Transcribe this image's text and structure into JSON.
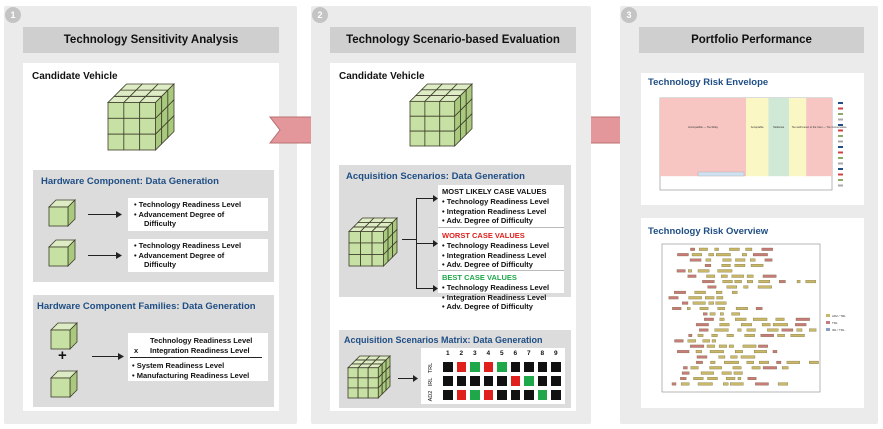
{
  "steps": [
    {
      "number": "1",
      "title": "Technology Sensitivity Analysis"
    },
    {
      "number": "2",
      "title": "Technology Scenario-based Evaluation"
    },
    {
      "number": "3",
      "title": "Portfolio Performance"
    }
  ],
  "panel1": {
    "candidate": "Candidate Vehicle",
    "hw_title": "Hardware Component: Data Generation",
    "hw_items_a": [
      "Technology Readiness Level",
      "Advancement Degree of",
      "Difficulty"
    ],
    "hw_items_b": [
      "Technology Readiness Level",
      "Advancement Degree of",
      "Difficulty"
    ],
    "fam_title": "Hardware Component Families: Data Generation",
    "fam_top1": "Technology Readiness Level",
    "fam_x": "x",
    "fam_top2": "Integration Readiness Level",
    "fam_items": [
      "System Readiness Level",
      "Manufacturing Readiness Level"
    ],
    "plus": "+"
  },
  "panel2": {
    "candidate": "Candidate Vehicle",
    "acq_title": "Acquisition Scenarios: Data Generation",
    "most_likely": "MOST LIKELY CASE VALUES",
    "worst": "WORST CASE VALUES",
    "best": "BEST CASE VALUES",
    "items": [
      "Technology Readiness Level",
      "Integration Readiness Level",
      "Adv. Degree of Difficulty"
    ],
    "matrix_title": "Acquisition Scenarios Matrix: Data Generation",
    "matrix_cols": [
      "1",
      "2",
      "3",
      "4",
      "5",
      "6",
      "7",
      "8",
      "9"
    ],
    "matrix_rows": [
      "TRL",
      "IRL",
      "AD2"
    ],
    "colors": {
      "red": "#e0201c",
      "green": "#1fa84a",
      "black": "#111111",
      "worst": "#e0201c",
      "best": "#1fa84a",
      "title_blue": "#1f4e84"
    },
    "matrix_cells": [
      [
        "black",
        "red",
        "green",
        "red",
        "green",
        "black",
        "black",
        "black",
        "black"
      ],
      [
        "black",
        "black",
        "black",
        "black",
        "black",
        "red",
        "green",
        "black",
        "black"
      ],
      [
        "black",
        "red",
        "green",
        "red",
        "black",
        "black",
        "black",
        "green",
        "black"
      ]
    ]
  },
  "panel3": {
    "envelope_title": "Technology Risk Envelope",
    "envelope_zones": [
      {
        "label": "Incompatible — Too Risky",
        "color": "#f7c6c3"
      },
      {
        "label": "Acceptable",
        "color": "#fbf7c4"
      },
      {
        "label": "Moderate",
        "color": "#cfe9d6"
      },
      {
        "label": "",
        "color": "#fbf7c4"
      },
      {
        "label": "Too well known to the User — Too Conservative",
        "color": "#f7c6c3"
      }
    ],
    "overview_title": "Technology Risk Overview",
    "overview_legend": [
      "AD2 / TRL",
      "TRL",
      "IRL / TRL"
    ]
  }
}
